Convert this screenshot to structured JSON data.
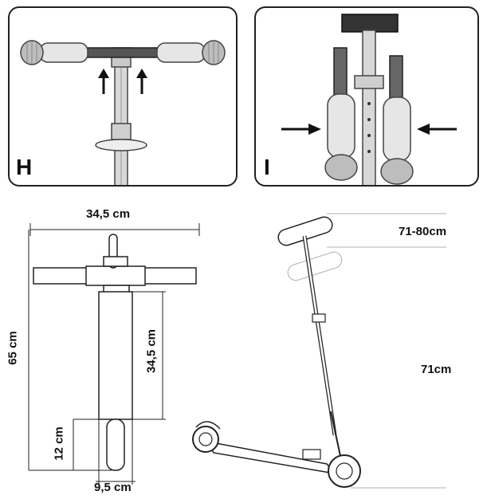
{
  "panels": {
    "h": {
      "letter": "H"
    },
    "i": {
      "letter": "I"
    }
  },
  "dimensions": {
    "handlebar_width": "34,5 cm",
    "total_height_folded": "65 cm",
    "deck_length": "34,5 cm",
    "wheel_height": "12 cm",
    "deck_width": "9,5 cm",
    "adjust_range": "71-80cm",
    "min_height": "71cm"
  }
}
